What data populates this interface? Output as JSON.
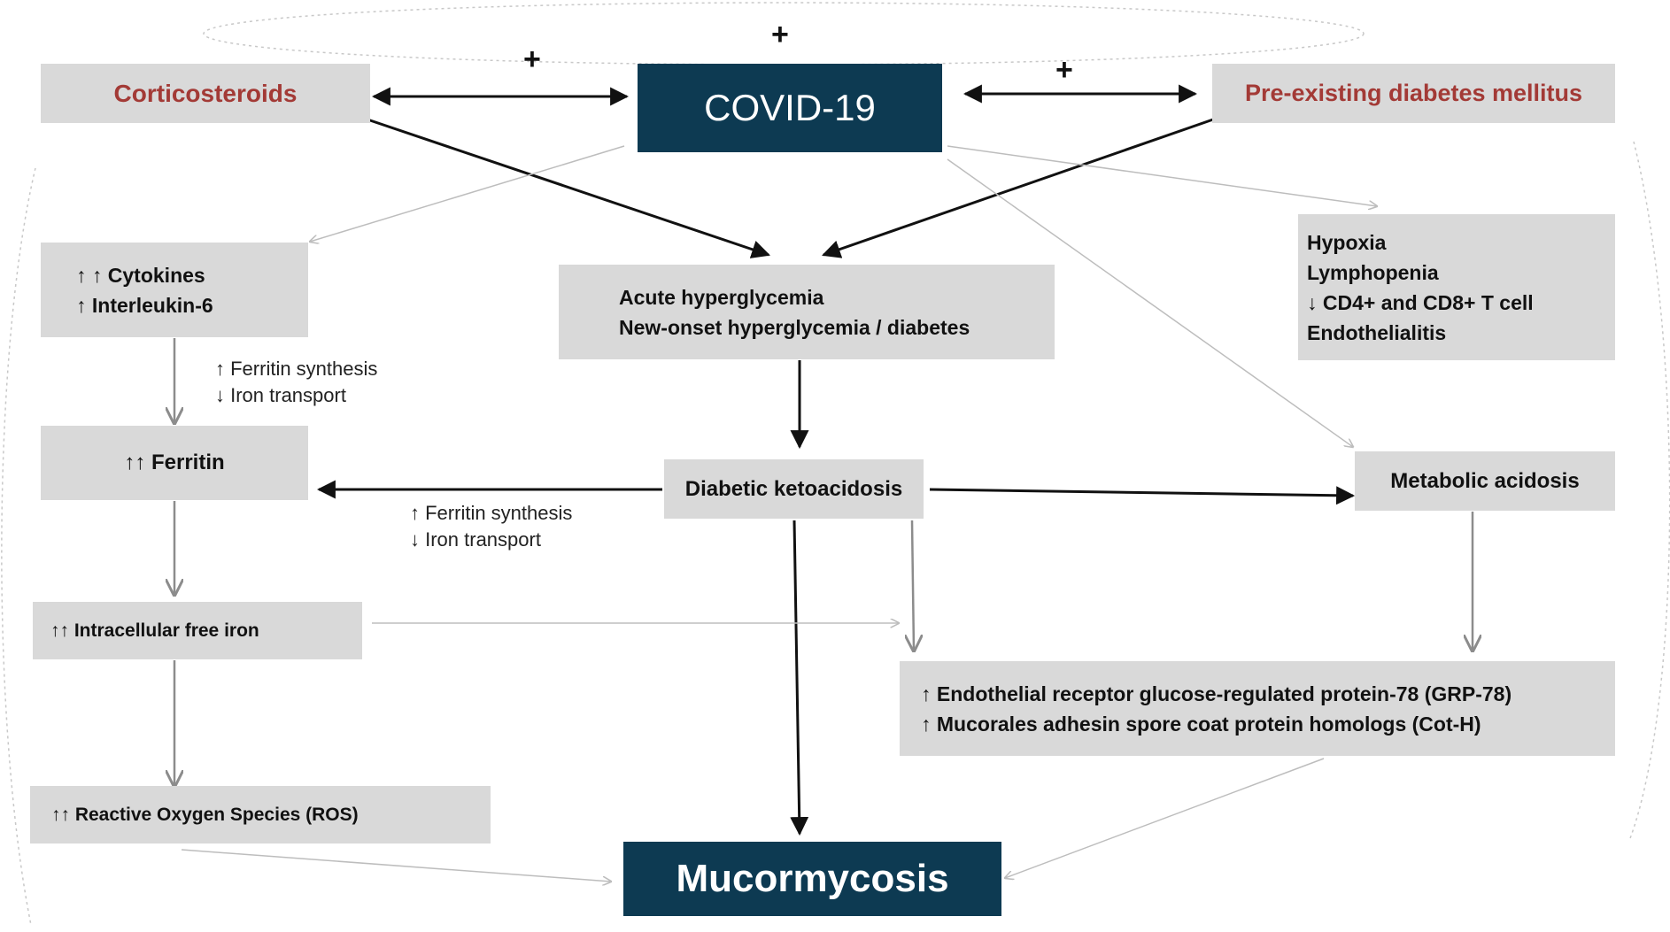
{
  "nodes": {
    "corticosteroids": "Corticosteroids",
    "covid": "COVID-19",
    "diabetes_preexisting": "Pre-existing diabetes mellitus",
    "cytokines": [
      "↑ ↑ Cytokines",
      "↑ Interleukin-6"
    ],
    "hyperglycemia": [
      "Acute hyperglycemia",
      "New-onset hyperglycemia / diabetes"
    ],
    "hypoxia": [
      "Hypoxia",
      "Lymphopenia",
      "↓ CD4+ and CD8+ T cell",
      "Endothelialitis"
    ],
    "ferritin": "↑↑ Ferritin",
    "dka": "Diabetic ketoacidosis",
    "metabolic_acidosis": "Metabolic acidosis",
    "free_iron": "↑↑ Intracellular free iron",
    "grp78": [
      "↑ Endothelial receptor glucose-regulated protein-78 (GRP-78)",
      "↑ Mucorales adhesin spore coat protein homologs (Cot-H)"
    ],
    "ros": "↑↑ Reactive Oxygen Species (ROS)",
    "mucormycosis": "Mucormycosis"
  },
  "annotations": {
    "ferritin_note_1": [
      "↑ Ferritin synthesis",
      "↓ Iron transport"
    ],
    "ferritin_note_2": [
      "↑ Ferritin synthesis",
      "↓ Iron transport"
    ],
    "plus_top": "+",
    "plus_left": "+",
    "plus_right": "+"
  },
  "colors": {
    "box_fill": "#d9d9d9",
    "dark_fill": "#0d3a52",
    "red_text": "#a33a36",
    "arrow_dark": "#111111",
    "arrow_gray": "#8c8c8c",
    "arrow_light": "#bdbdbd"
  }
}
